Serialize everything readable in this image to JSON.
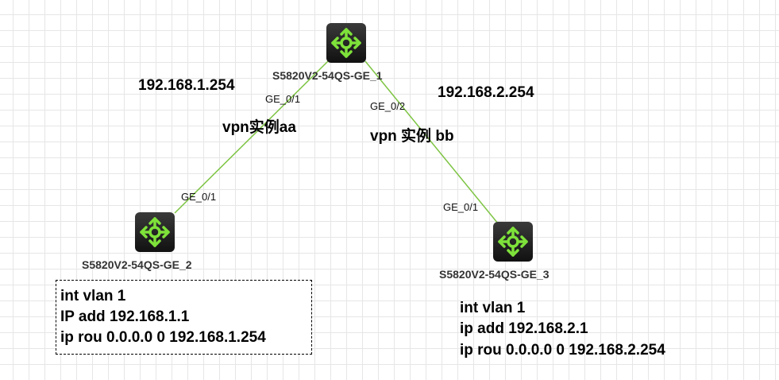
{
  "devices": [
    {
      "name": "S5820V2-54QS-GE_1",
      "icon": "switch-icon"
    },
    {
      "name": "S5820V2-54QS-GE_2",
      "icon": "switch-icon"
    },
    {
      "name": "S5820V2-54QS-GE_3",
      "icon": "switch-icon"
    }
  ],
  "links": [
    {
      "a_port": "GE_0/1",
      "b_port": "GE_0/1"
    },
    {
      "a_port": "GE_0/2",
      "b_port": "GE_0/1"
    }
  ],
  "annotations": {
    "left_ip": "192.168.1.254",
    "right_ip": "192.168.2.254",
    "left_vpn": "vpn实例aa",
    "right_vpn": "vpn 实例 bb"
  },
  "config_left": [
    "int vlan 1",
    "IP add 192.168.1.1",
    "ip rou 0.0.0.0 0 192.168.1.254"
  ],
  "config_right": [
    "int vlan 1",
    "ip add 192.168.2.1",
    "ip rou 0.0.0.0 0 192.168.2.254"
  ],
  "colors": {
    "link": "#7dc443",
    "icon": "#7ee23a"
  }
}
